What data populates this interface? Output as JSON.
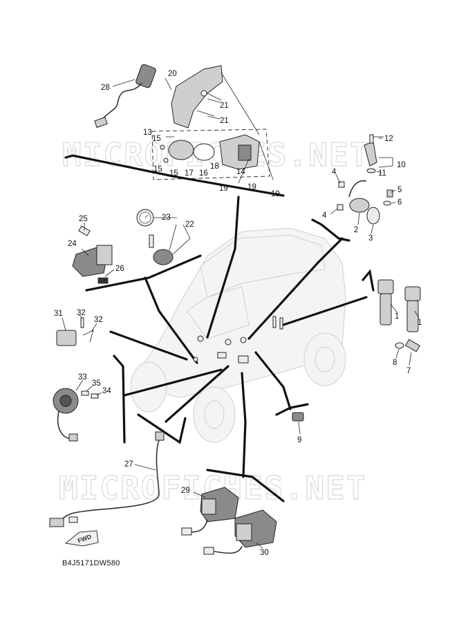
{
  "watermarks": [
    "MICROFICHES.NET",
    "MICROFICHES.NET"
  ],
  "diagram_code": "B4J5171DW580",
  "fwd_label": "FWD",
  "callouts": [
    "1",
    "1",
    "2",
    "3",
    "4",
    "4",
    "5",
    "6",
    "7",
    "8",
    "9",
    "10",
    "11",
    "12",
    "13",
    "14",
    "15",
    "15",
    "15",
    "16",
    "17",
    "18",
    "19",
    "19",
    "19",
    "20",
    "21",
    "21",
    "22",
    "23",
    "24",
    "25",
    "26",
    "27",
    "28",
    "29",
    "30",
    "31",
    "32",
    "32",
    "33",
    "34",
    "35"
  ],
  "icons": {
    "ignition_coil": "ignition-coil-icon",
    "sensor": "sensor-icon",
    "relay": "relay-icon",
    "horn": "horn-icon",
    "switch": "switch-icon",
    "gauge": "gauge-icon",
    "harness": "wire-harness-icon",
    "vehicle": "vehicle-silhouette-icon",
    "arrow": "fwd-arrow-icon"
  }
}
